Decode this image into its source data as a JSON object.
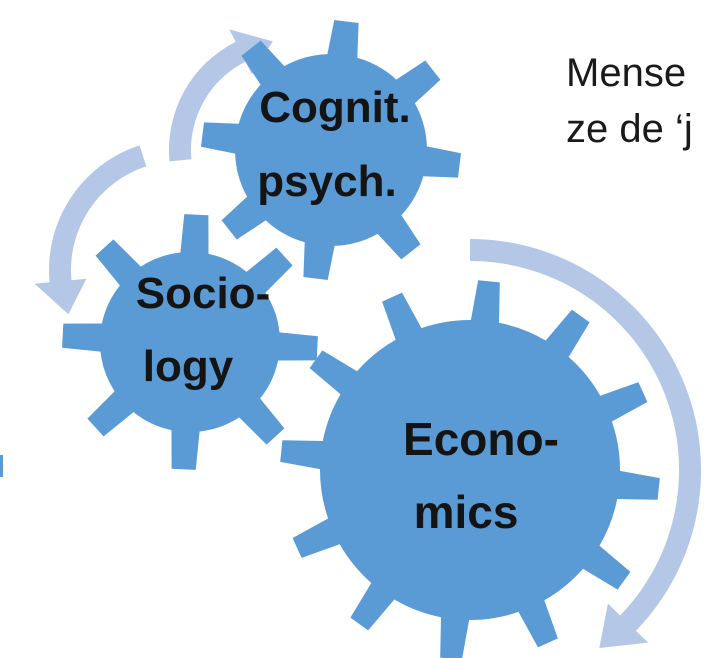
{
  "colors": {
    "gear_fill": "#5b9bd5",
    "arrow_fill": "#b4c7e7",
    "text": "#141414"
  },
  "gears": {
    "cognitive": {
      "line1": "Cognit.",
      "line2": "psych.",
      "icon": "gear-icon"
    },
    "sociology": {
      "line1": "Socio-",
      "line2": "logy",
      "icon": "gear-icon"
    },
    "economics": {
      "line1": "Econo-",
      "line2": "mics",
      "icon": "gear-icon"
    }
  },
  "side_text": {
    "line1": "Mense",
    "line2": "ze de ‘j"
  },
  "arrows": [
    {
      "icon": "curved-arrow-icon",
      "name": "arrow-to-cognitive"
    },
    {
      "icon": "curved-arrow-icon",
      "name": "arrow-to-sociology"
    },
    {
      "icon": "curved-arrow-icon",
      "name": "arrow-around-economics"
    }
  ]
}
